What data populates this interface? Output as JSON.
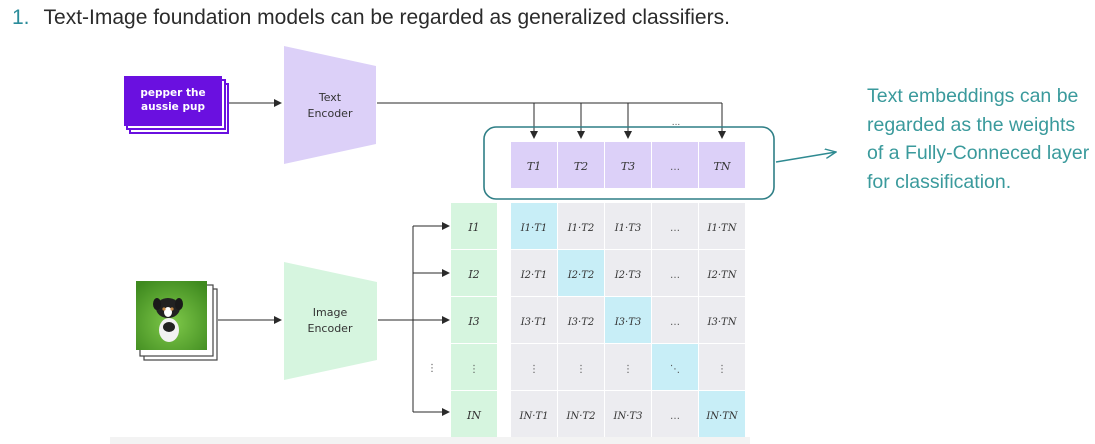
{
  "heading": {
    "number": "1.",
    "text": "Text-Image foundation models can be regarded as generalized classifiers."
  },
  "note": "Text embeddings can be regarded as the weights of a Fully-Conneced layer for classification.",
  "text_input": {
    "line1": "pepper the",
    "line2": "aussie pup"
  },
  "text_encoder": {
    "line1": "Text",
    "line2": "Encoder"
  },
  "image_encoder": {
    "line1": "Image",
    "line2": "Encoder"
  },
  "top_dots": "...",
  "text_embeddings": [
    "T1",
    "T2",
    "T3",
    "…",
    "TN"
  ],
  "image_embeddings": [
    "I1",
    "I2",
    "I3",
    "⋮",
    "IN"
  ],
  "left_dots": "⋮",
  "matrix": [
    [
      "I1·T1",
      "I1·T2",
      "I1·T3",
      "…",
      "I1·TN"
    ],
    [
      "I2·T1",
      "I2·T2",
      "I2·T3",
      "…",
      "I2·TN"
    ],
    [
      "I3·T1",
      "I3·T2",
      "I3·T3",
      "…",
      "I3·TN"
    ],
    [
      "⋮",
      "⋮",
      "⋮",
      "⋱",
      "⋮"
    ],
    [
      "IN·T1",
      "IN·T2",
      "IN·T3",
      "…",
      "IN·TN"
    ]
  ],
  "colors": {
    "accent_teal": "#3a9a9c",
    "text_input_purple": "#6a10e0",
    "text_encoder_lavender": "#dcd0f8",
    "image_encoder_mint": "#d6f5df",
    "diagonal_cell_blue": "#c8eef7",
    "cell_gray": "#ececf0"
  }
}
